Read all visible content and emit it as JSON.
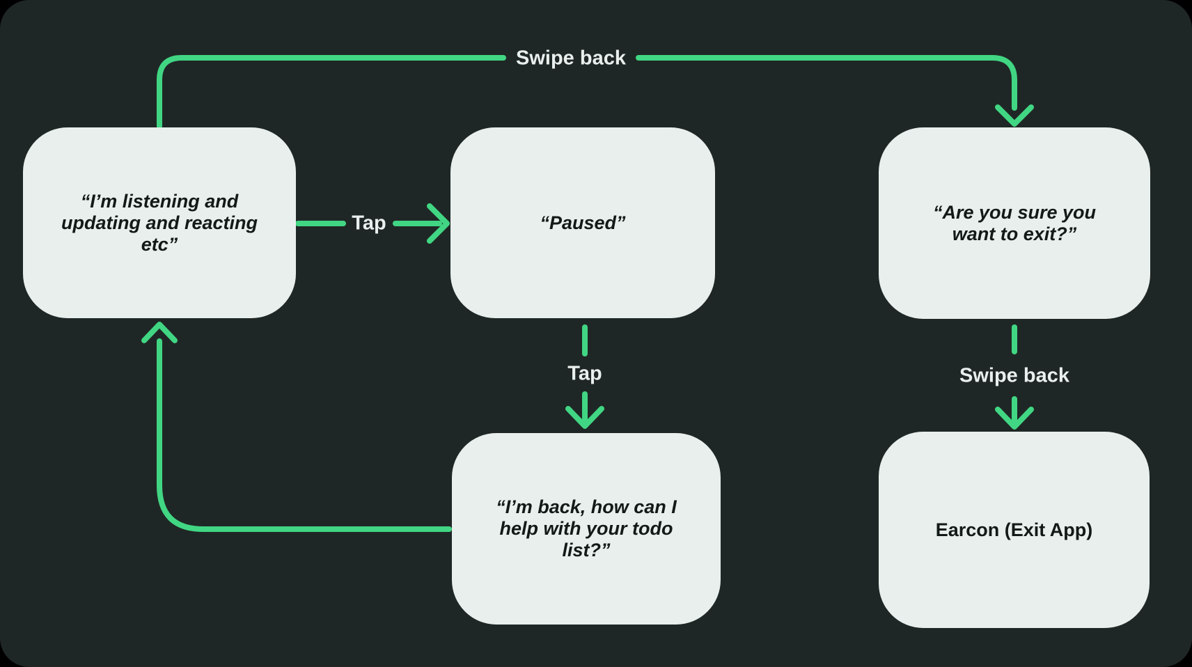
{
  "colors": {
    "background": "#000000",
    "panel": "#1f2726",
    "node_fill": "#e8efec",
    "node_text": "#121917",
    "arrow": "#41d683",
    "label_text": "#e9efec"
  },
  "diagram": {
    "nodes": [
      {
        "id": "listening",
        "text": "“I’m listening and\nupdating and reacting\netc”"
      },
      {
        "id": "paused",
        "text": "“Paused”"
      },
      {
        "id": "exit-confirm",
        "text": "“Are you sure you\nwant to exit?”"
      },
      {
        "id": "back-todo",
        "text": "“I’m back, how can I\nhelp with your todo\nlist?”"
      },
      {
        "id": "earcon-exit",
        "text": "Earcon (Exit App)"
      }
    ],
    "edges": [
      {
        "label": "Swipe back",
        "from": "listening",
        "to": "exit-confirm"
      },
      {
        "label": "Tap",
        "from": "listening",
        "to": "paused"
      },
      {
        "label": "Tap",
        "from": "paused",
        "to": "back-todo"
      },
      {
        "label": "Swipe back",
        "from": "exit-confirm",
        "to": "earcon-exit"
      },
      {
        "label": "",
        "from": "back-todo",
        "to": "listening"
      }
    ]
  }
}
